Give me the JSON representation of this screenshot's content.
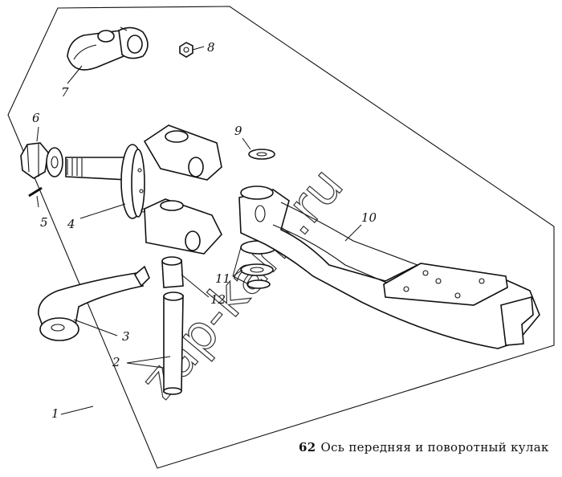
{
  "caption": {
    "number": "62",
    "text": "Ось передняя и поворотный кулак"
  },
  "watermark": "zap-kam.ru",
  "callouts": [
    "1",
    "2",
    "3",
    "4",
    "5",
    "6",
    "7",
    "8",
    "9",
    "10",
    "11",
    "12"
  ]
}
